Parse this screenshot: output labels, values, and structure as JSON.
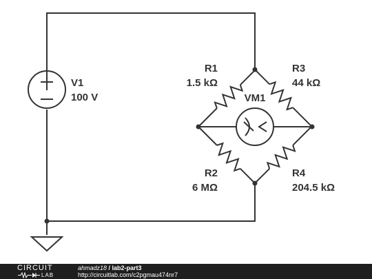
{
  "components": {
    "v1": {
      "name": "V1",
      "value": "100 V"
    },
    "r1": {
      "name": "R1",
      "value": "1.5 kΩ"
    },
    "r2": {
      "name": "R2",
      "value": "6 MΩ"
    },
    "r3": {
      "name": "R3",
      "value": "44 kΩ"
    },
    "r4": {
      "name": "R4",
      "value": "204.5 kΩ"
    },
    "vm1": {
      "name": "VM1"
    }
  },
  "footer": {
    "logo_top": "CIRCUIT",
    "logo_bottom": "LAB",
    "author": "ahmadz18",
    "separator": " / ",
    "project": "lab2-part3",
    "url": "http://circuitlab.com/c2pgmau474nr7"
  },
  "colors": {
    "ink": "#333333",
    "footer_bg": "#1f1f1f",
    "footer_text": "#ffffff"
  },
  "icons": {
    "voltage_source": "dc-voltage-source-icon",
    "voltmeter": "voltmeter-icon",
    "ground": "ground-icon",
    "resistor": "resistor-zigzag-icon"
  }
}
